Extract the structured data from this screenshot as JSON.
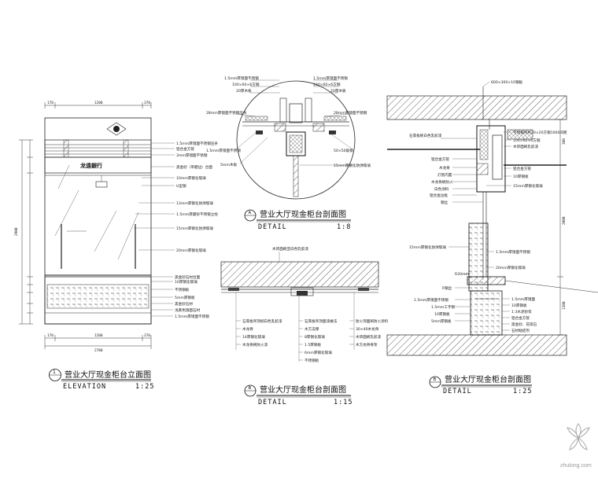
{
  "views": {
    "elevation": {
      "marker": "1",
      "title": "营业大厅现金柜台立面图",
      "subtitle": "ELEVATION",
      "scale": "1:25",
      "sign_text": "龙遠銀行",
      "notes_right": [
        "1.5mm厚镜面不锈钢压条",
        "铝合金方管",
        "3mm厚镜面不锈钢",
        "黑金砂（带磨边）台面",
        "10mm厚钢化玻璃",
        "U型钢",
        "13mm厚钢化防弹玻璃",
        "1.5mm厚磨砂不锈钢立柱",
        "15mm厚钢化防弹玻璃",
        "20mm厚钢化玻璃"
      ],
      "notes_lower": [
        "黑金砂石材台面",
        "10厚钢化玻璃",
        "不锈钢板",
        "5mm厚钢板",
        "黑金砂石材",
        "浅黄色镜面石材",
        "1.5mm厚镜面不锈钢"
      ],
      "dims_top": [
        "170",
        "1200",
        "370"
      ],
      "dims_bottom": [
        "170",
        "1200",
        "370"
      ],
      "dim_total_bottom": "2780",
      "dim_left": "2900"
    },
    "detail_a": {
      "marker": "A",
      "title": "营业大厅现金柜台剖面图",
      "subtitle": "DETAIL",
      "scale": "1:8",
      "notes_left": [
        "1.5mm厚镜面不锈钢",
        "100×60×6方钢",
        "20厚木板",
        "28mm厚镜面不锈钢压条",
        "1.5mm厚镜面不锈钢",
        "5mm木板"
      ],
      "notes_right": [
        "1.5mm厚镜面不锈钢",
        "100×60×6方钢",
        "20厚木板",
        "28mm厚镜面不锈钢",
        "50×50角钢",
        "15mm厚钢化防弹玻璃"
      ]
    },
    "detail_b": {
      "marker": "B",
      "title": "营业大厅现金柜台剖面图",
      "subtitle": "DETAIL",
      "scale": "1:15",
      "top_note": "木饰面刷亚白色乳胶漆",
      "notes": [
        "石膏板吊顶刷白色乳胶漆",
        "木龙骨",
        "14厚钢化玻璃",
        "木龙骨刷防火漆",
        "石膏板吊顶面漆做法",
        "木方支撑",
        "8厚钢化玻璃",
        "1.5厚钢板",
        "6mm厚钢化玻璃",
        "不锈钢板",
        "防火饰面刷防火涂料",
        "30×40木龙骨",
        "木饰面刷乳胶漆",
        "木方龙骨骨架"
      ]
    },
    "detail_c": {
      "marker": "B",
      "title": "营业大厅现金柜台剖面图",
      "subtitle": "DETAIL",
      "scale": "1:25",
      "top_note": "600×300×10钢板",
      "notes_right": [
        "不锈钢吊杆20×20方钢1000间距",
        "100×60×6方钢",
        "木饰面刷乳胶漆",
        "铝合金方管",
        "10厚钢板",
        "15mm厚钢化玻璃"
      ],
      "notes_left": [
        "石膏板刷白色乳胶漆",
        "铝合金方管",
        "木龙骨",
        "灯管内置",
        "木龙骨刷防火",
        "白色涂料",
        "铝合金边框",
        "钢丝"
      ],
      "notes_mid": [
        "15mm厚钢化防弹玻璃",
        "1.5mm厚镜面不锈钢",
        "20mm厚钢化玻璃",
        "R20mm"
      ],
      "notes_low_left": [
        "R钢丝",
        "1.5mm厚镜面不锈钢",
        "1.5mm工字钢",
        "10厚钢板",
        "5mm厚钢板"
      ],
      "notes_low_right": [
        "1.5mm厚镜面",
        "10厚钢板",
        "1:3水泥砂浆",
        "铝合金方管",
        "黑金砂、花岗石",
        "石材粘结剂"
      ],
      "dims_right": [
        "380",
        "2000",
        "1380"
      ]
    }
  },
  "watermark": "zhulong.com"
}
